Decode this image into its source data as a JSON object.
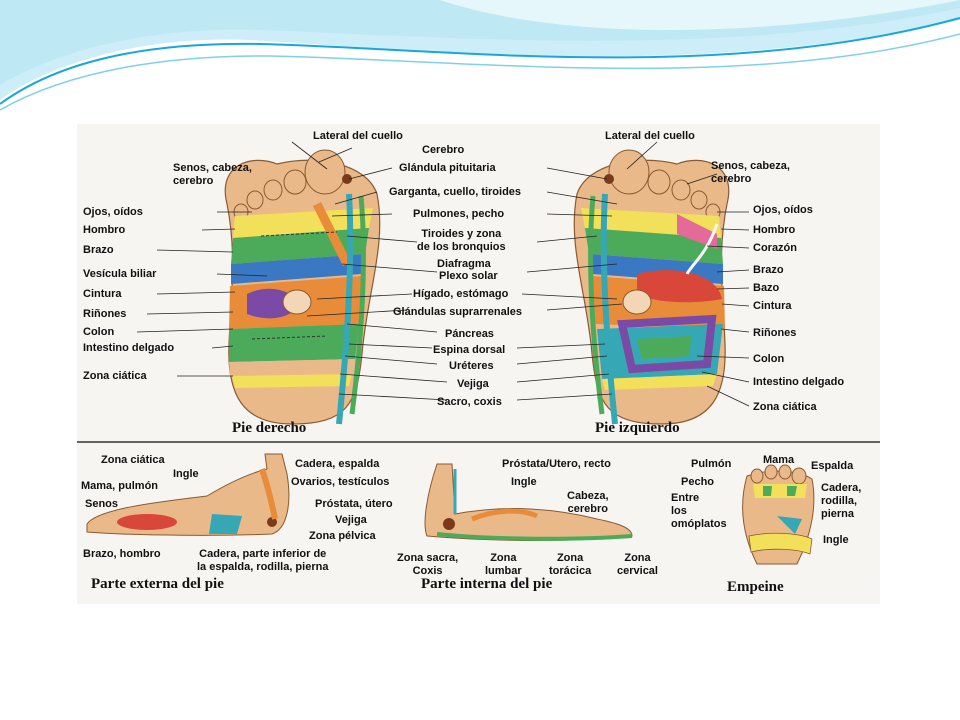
{
  "colors": {
    "header_light": "#d6f0f8",
    "header_mid": "#7fd0ea",
    "header_accent": "#1aa7d8",
    "skin": "#e9b989",
    "zone_yellow": "#f2e05a",
    "zone_green": "#4cab5a",
    "zone_orange": "#e88c3a",
    "zone_red": "#d9473a",
    "zone_blue": "#3b78c4",
    "zone_purple": "#7a4aa6",
    "zone_teal": "#36a7b5",
    "zone_pink": "#e46a9a"
  },
  "diagram": {
    "titles": {
      "right_foot": "Pie derecho",
      "left_foot": "Pie izquierdo",
      "outer_foot": "Parte externa del pie",
      "inner_foot": "Parte interna del pie",
      "instep": "Empeine"
    },
    "right_foot_labels": {
      "lateral_cuello": "Lateral del cuello",
      "senos": "Senos, cabeza,\ncerebro",
      "ojos": "Ojos, oídos",
      "hombro": "Hombro",
      "brazo": "Brazo",
      "vesicula": "Vesícula biliar",
      "cintura": "Cintura",
      "rinones": "Riñones",
      "colon": "Colon",
      "intestino": "Intestino delgado",
      "ciatica": "Zona ciática"
    },
    "center_labels": {
      "cerebro": "Cerebro",
      "pituitaria": "Glándula pituitaria",
      "garganta": "Garganta, cuello, tiroides",
      "pulmones": "Pulmones, pecho",
      "tiroides": "Tiroides y zona\nde los bronquios",
      "diafragma": "Diafragma",
      "plexo": "Plexo solar",
      "higado": "Hígado, estómago",
      "suprarrenales": "Glándulas suprarrenales",
      "pancreas": "Páncreas",
      "espina": "Espina dorsal",
      "ureteres": "Uréteres",
      "vejiga": "Vejiga",
      "sacro": "Sacro, coxis"
    },
    "left_foot_labels": {
      "lateral_cuello": "Lateral del cuello",
      "senos": "Senos, cabeza,\ncerebro",
      "ojos": "Ojos, oídos",
      "hombro": "Hombro",
      "corazon": "Corazón",
      "brazo": "Brazo",
      "bazo": "Bazo",
      "cintura": "Cintura",
      "rinones": "Riñones",
      "colon": "Colon",
      "intestino": "Intestino delgado",
      "ciatica": "Zona ciática"
    },
    "outer_labels": {
      "ciatica": "Zona ciática",
      "ingle": "Ingle",
      "mama": "Mama, pulmón",
      "senos": "Senos",
      "brazo_hombro": "Brazo, hombro",
      "cadera_espalda": "Cadera, espalda",
      "ovarios": "Ovarios, testículos",
      "cadera_parte": "Cadera, parte inferior de\nla espalda, rodilla, pierna"
    },
    "inner_labels": {
      "prostata_utero": "Próstata, útero",
      "vejiga": "Vejiga",
      "pelvica": "Zona pélvica",
      "prostata_recto": "Próstata/Utero, recto",
      "ingle": "Ingle",
      "cabeza": "Cabeza,\ncerebro",
      "sacra": "Zona sacra,\nCoxis",
      "lumbar": "Zona\nlumbar",
      "toracica": "Zona\ntorácica",
      "cervical": "Zona\ncervical"
    },
    "instep_labels": {
      "pulmon": "Pulmón",
      "mama": "Mama",
      "espalda": "Espalda",
      "pecho": "Pecho",
      "omoplatos": "Entre\nlos\nomóplatos",
      "cadera": "Cadera,\nrodilla,\npierna",
      "ingle": "Ingle"
    }
  }
}
